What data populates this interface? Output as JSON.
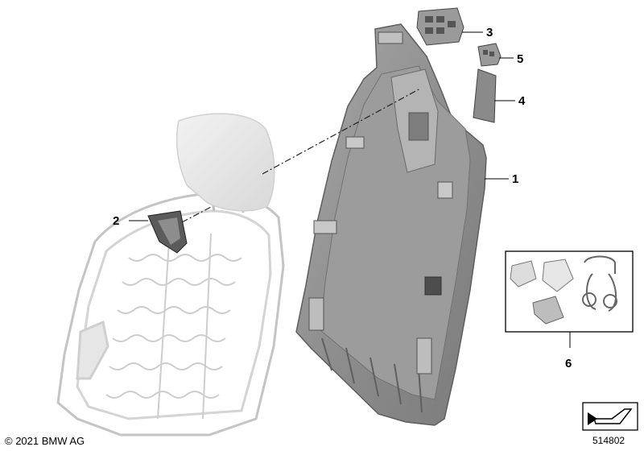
{
  "callouts": {
    "c1": "1",
    "c2": "2",
    "c3": "3",
    "c4": "4",
    "c5": "5",
    "c6": "6"
  },
  "footer": {
    "copyright": "© 2021 BMW AG",
    "diagram_id": "514802"
  },
  "colors": {
    "panel_fill": "#8f8f8f",
    "panel_dark": "#6e6e6e",
    "frame_stroke": "#bdbdbd",
    "headrest_fill": "#e9e9e9"
  },
  "icons": [
    "nav-arrow-icon"
  ]
}
